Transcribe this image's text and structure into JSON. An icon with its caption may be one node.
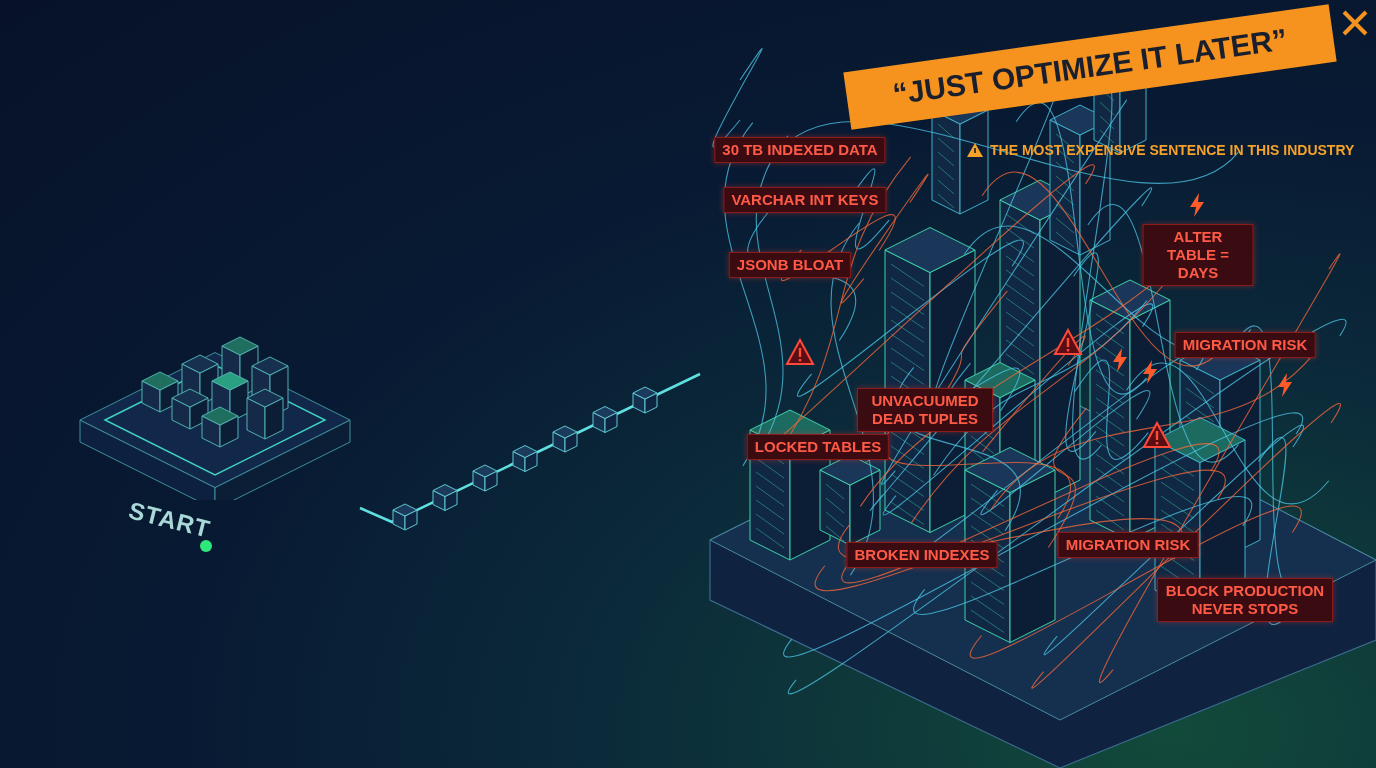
{
  "diagram": {
    "title": "“JUST OPTIMIZE IT LATER”",
    "caption": "THE MOST EXPENSIVE SENTENCE IN THIS INDUSTRY",
    "nodes": [
      {
        "text": [],
        "shape": "picture",
        "beside": [
          "START"
        ]
      },
      {
        "text": [],
        "shape": "picture"
      }
    ],
    "edges": [
      {
        "from": 0,
        "to": 1,
        "arrow": "none"
      }
    ],
    "labels": [
      "30 TB INDEXED DATA",
      "VARCHAR INT KEYS",
      "JSONB BLOAT",
      "ALTER TABLE = DAYS",
      "MIGRATION RISK",
      "UNVACUUMED DEAD TUPLES",
      "LOCKED TABLES",
      "BROKEN INDEXES",
      "MIGRATION RISK",
      "BLOCK PRODUCTION NEVER STOPS"
    ]
  }
}
